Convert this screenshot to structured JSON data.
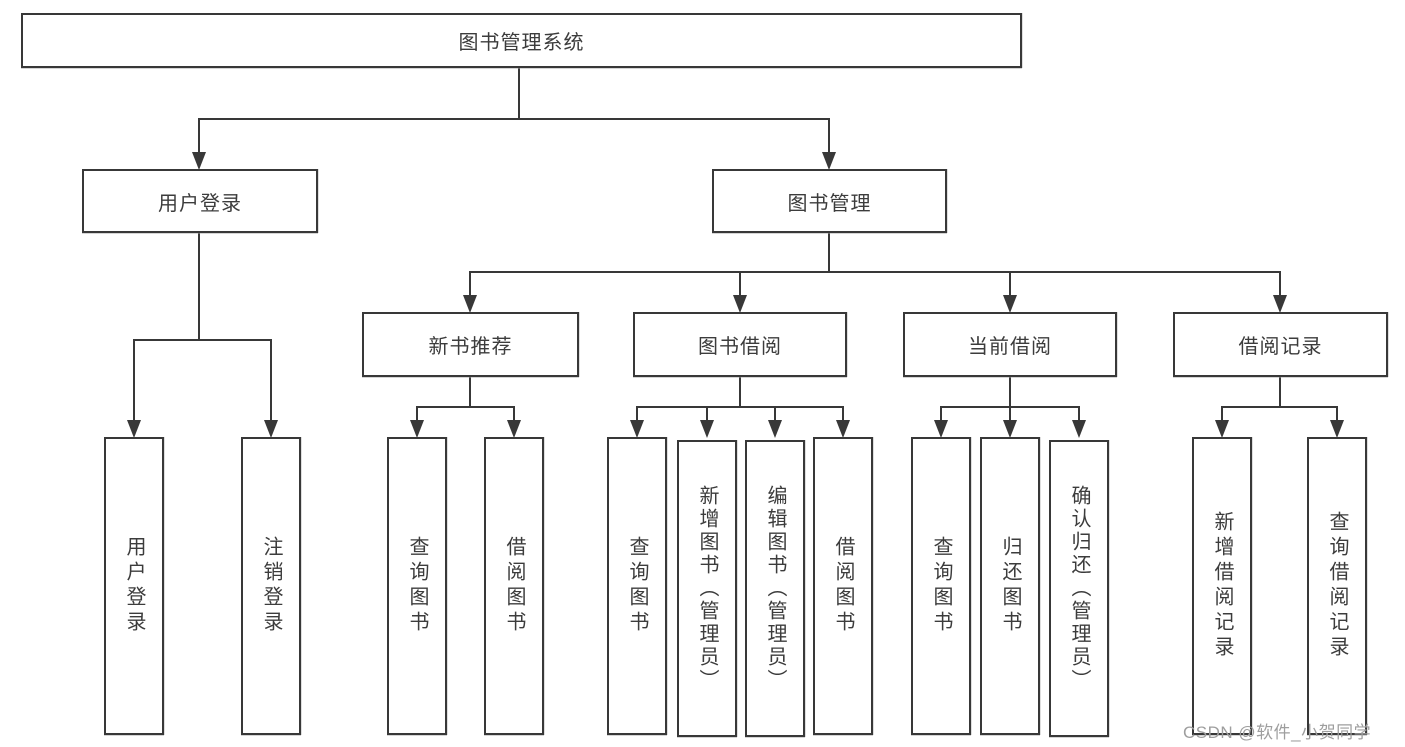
{
  "diagram": {
    "type": "hierarchy-tree",
    "nodes": {
      "root": "图书管理系统",
      "userLogin": "用户登录",
      "bookMgmt": "图书管理",
      "newBookRec": "新书推荐",
      "bookBorrow": "图书借阅",
      "currentBorrow": "当前借阅",
      "borrowRecord": "借阅记录",
      "leafUserLogin": "用户登录",
      "leafLogout": "注销登录",
      "leafRecQuery": "查询图书",
      "leafRecBorrow": "借阅图书",
      "leafBorQuery": "查询图书",
      "leafBorAdd": "新增图书（管理员）",
      "leafBorEdit": "编辑图书（管理员）",
      "leafBorBorrow": "借阅图书",
      "leafCurQuery": "查询图书",
      "leafCurReturn": "归还图书",
      "leafCurConfirm": "确认归还（管理员）",
      "leafRecordAdd": "新增借阅记录",
      "leafRecordQuery": "查询借阅记录"
    },
    "edges": [
      [
        "root",
        "userLogin"
      ],
      [
        "root",
        "bookMgmt"
      ],
      [
        "userLogin",
        "leafUserLogin"
      ],
      [
        "userLogin",
        "leafLogout"
      ],
      [
        "bookMgmt",
        "newBookRec"
      ],
      [
        "bookMgmt",
        "bookBorrow"
      ],
      [
        "bookMgmt",
        "currentBorrow"
      ],
      [
        "bookMgmt",
        "borrowRecord"
      ],
      [
        "newBookRec",
        "leafRecQuery"
      ],
      [
        "newBookRec",
        "leafRecBorrow"
      ],
      [
        "bookBorrow",
        "leafBorQuery"
      ],
      [
        "bookBorrow",
        "leafBorAdd"
      ],
      [
        "bookBorrow",
        "leafBorEdit"
      ],
      [
        "bookBorrow",
        "leafBorBorrow"
      ],
      [
        "currentBorrow",
        "leafCurQuery"
      ],
      [
        "currentBorrow",
        "leafCurReturn"
      ],
      [
        "currentBorrow",
        "leafCurConfirm"
      ],
      [
        "borrowRecord",
        "leafRecordAdd"
      ],
      [
        "borrowRecord",
        "leafRecordQuery"
      ]
    ],
    "colors": {
      "line": "#383838",
      "box_border": "#383838",
      "text": "#3c3c3c",
      "watermark": "#9e9e9e",
      "background": "#ffffff"
    }
  },
  "watermark": "CSDN @软件_小贺同学"
}
